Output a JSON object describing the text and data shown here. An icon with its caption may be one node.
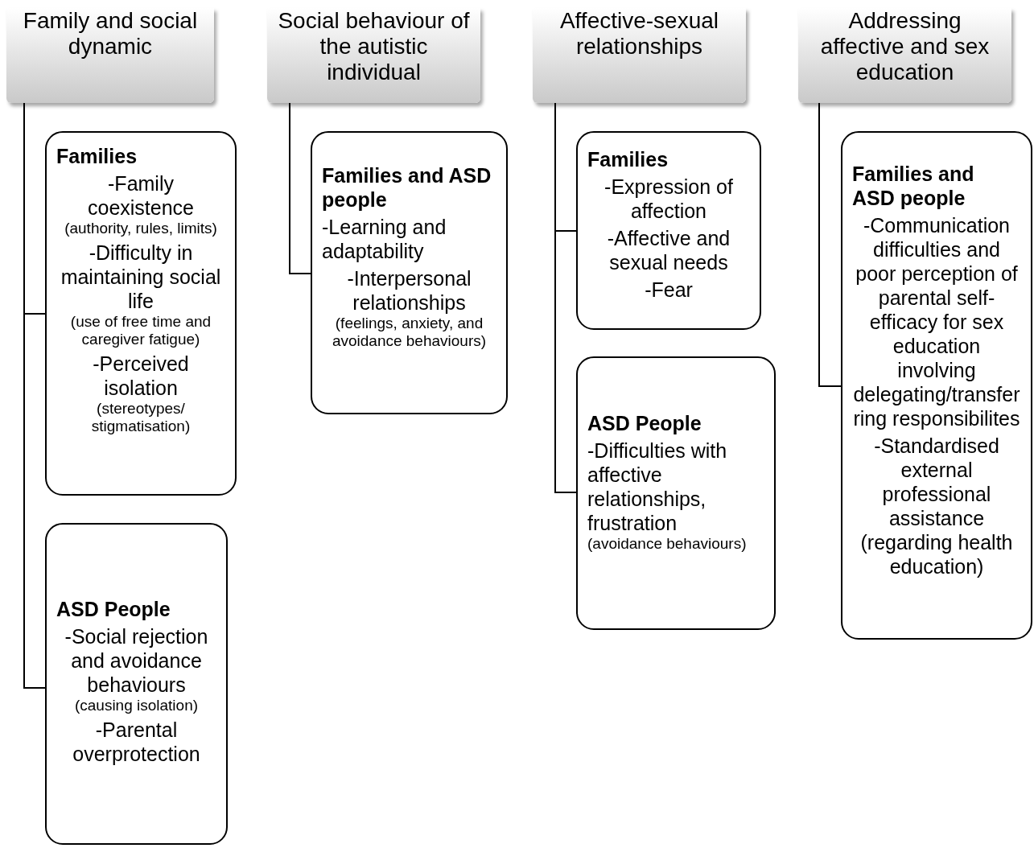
{
  "diagram": {
    "nodes": [
      {
        "text": [
          "Family and social dynamic"
        ]
      },
      {
        "text": [
          "Social behaviour of the autistic individual"
        ]
      },
      {
        "text": [
          "Affective-sexual relationships"
        ]
      },
      {
        "text": [
          "Addressing affective and sex education"
        ]
      },
      {
        "text": [
          "Families",
          "-Family coexistence",
          "(authority, rules, limits)",
          "-Difficulty in maintaining social life",
          "(use of free time and caregiver fatigue)",
          "-Perceived isolation",
          "(stereotypes/ stigmatisation)"
        ]
      },
      {
        "text": [
          "ASD People",
          "-Social rejection and avoidance behaviours",
          "(causing isolation)",
          "-Parental overprotection"
        ]
      },
      {
        "text": [
          "Families and ASD people",
          "-Learning and adaptability",
          "-Interpersonal relationships",
          "(feelings, anxiety, and avoidance behaviours)"
        ]
      },
      {
        "text": [
          "Families",
          "-Expression of affection",
          "-Affective and sexual needs",
          "-Fear"
        ]
      },
      {
        "text": [
          "ASD People",
          "-Difficulties with affective relationships, frustration",
          "(avoidance behaviours)"
        ]
      },
      {
        "text": [
          "Families and ASD people",
          "-Communication difficulties and poor perception of parental self-efficacy for sex education involving delegating/transferring responsibilites",
          "-Standardised external professional assistance (regarding health education)"
        ]
      }
    ],
    "edges": [
      {
        "from": 0,
        "to": 4,
        "arrow": "none"
      },
      {
        "from": 0,
        "to": 5,
        "arrow": "none"
      },
      {
        "from": 1,
        "to": 6,
        "arrow": "none"
      },
      {
        "from": 2,
        "to": 7,
        "arrow": "none"
      },
      {
        "from": 2,
        "to": 8,
        "arrow": "none"
      },
      {
        "from": 3,
        "to": 9,
        "arrow": "none"
      }
    ]
  }
}
